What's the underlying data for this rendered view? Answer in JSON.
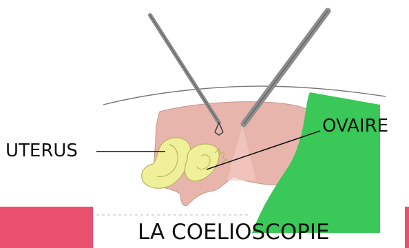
{
  "labels": {
    "uterus": "UTERUS",
    "ovaire": "OVAIRE"
  },
  "caption": "LA COELIOSCOPIE",
  "colors": {
    "abdomen_pink": "#e7b5ac",
    "organ_yellow": "#f0ef9a",
    "drape_green": "#3ac858",
    "banner_pink": "#ea4f6e",
    "instrument_gray": "#8c8c8c"
  }
}
